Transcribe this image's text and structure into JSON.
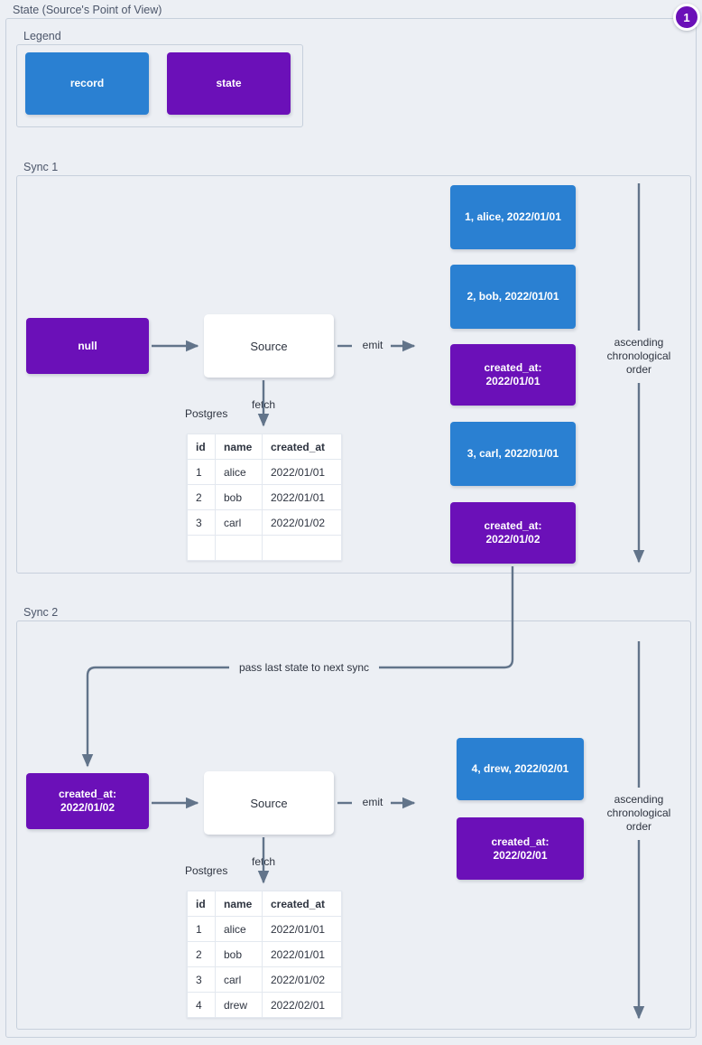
{
  "title": "State (Source's Point of View)",
  "badge": {
    "label": "1"
  },
  "legend": {
    "label": "Legend",
    "items": [
      {
        "label": "record",
        "kind": "record",
        "color": "#2a80d2"
      },
      {
        "label": "state",
        "kind": "state",
        "color": "#6b10b8"
      }
    ]
  },
  "colors": {
    "record": "#2a80d2",
    "state": "#6b10b8",
    "background": "#eceff4",
    "border": "#c7d0dc",
    "wire": "#62748a",
    "text": "#2e3440",
    "label": "#4c566a"
  },
  "syncs": [
    {
      "label": "Sync 1",
      "state_in": {
        "text": "null",
        "kind": "state"
      },
      "source": {
        "label": "Source"
      },
      "db_label": "Postgres",
      "fetch_label": "fetch",
      "emit_label": "emit",
      "order_label": "ascending\nchronological\norder",
      "table": {
        "columns": [
          "id",
          "name",
          "created_at"
        ],
        "rows": [
          [
            "1",
            "alice",
            "2022/01/01"
          ],
          [
            "2",
            "bob",
            "2022/01/01"
          ],
          [
            "3",
            "carl",
            "2022/01/02"
          ],
          [
            "",
            "",
            ""
          ]
        ]
      },
      "emitted": [
        {
          "kind": "record",
          "text": "1, alice, 2022/01/01"
        },
        {
          "kind": "record",
          "text": "2, bob, 2022/01/01"
        },
        {
          "kind": "state",
          "text": "created_at:\n2022/01/01"
        },
        {
          "kind": "record",
          "text": "3, carl, 2022/01/01"
        },
        {
          "kind": "state",
          "text": "created_at:\n2022/01/02"
        }
      ]
    },
    {
      "label": "Sync 2",
      "state_in": {
        "text": "created_at:\n2022/01/02",
        "kind": "state"
      },
      "source": {
        "label": "Source"
      },
      "db_label": "Postgres",
      "fetch_label": "fetch",
      "emit_label": "emit",
      "order_label": "ascending\nchronological\norder",
      "pass_label": "pass last state to next sync",
      "table": {
        "columns": [
          "id",
          "name",
          "created_at"
        ],
        "rows": [
          [
            "1",
            "alice",
            "2022/01/01"
          ],
          [
            "2",
            "bob",
            "2022/01/01"
          ],
          [
            "3",
            "carl",
            "2022/01/02"
          ],
          [
            "4",
            "drew",
            "2022/02/01"
          ]
        ]
      },
      "emitted": [
        {
          "kind": "record",
          "text": "4, drew, 2022/02/01"
        },
        {
          "kind": "state",
          "text": "created_at:\n2022/02/01"
        }
      ]
    }
  ]
}
